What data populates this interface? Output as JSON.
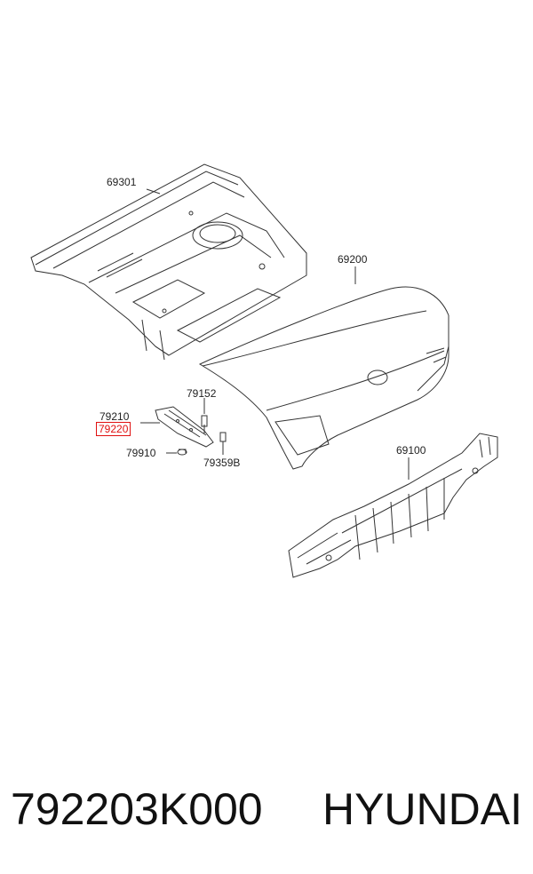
{
  "callouts": {
    "rear_floor_panel": "69301",
    "trunk_lid": "69200",
    "hinge_bolt": "79152",
    "hinge_assy": "79210",
    "hinge_highlighted": "79220",
    "hinge_nut": "79910",
    "hinge_stud": "79359B",
    "back_panel": "69100"
  },
  "highlight_color": "#e01010",
  "footer": {
    "part_number": "792203K000",
    "brand": "HYUNDAI"
  }
}
